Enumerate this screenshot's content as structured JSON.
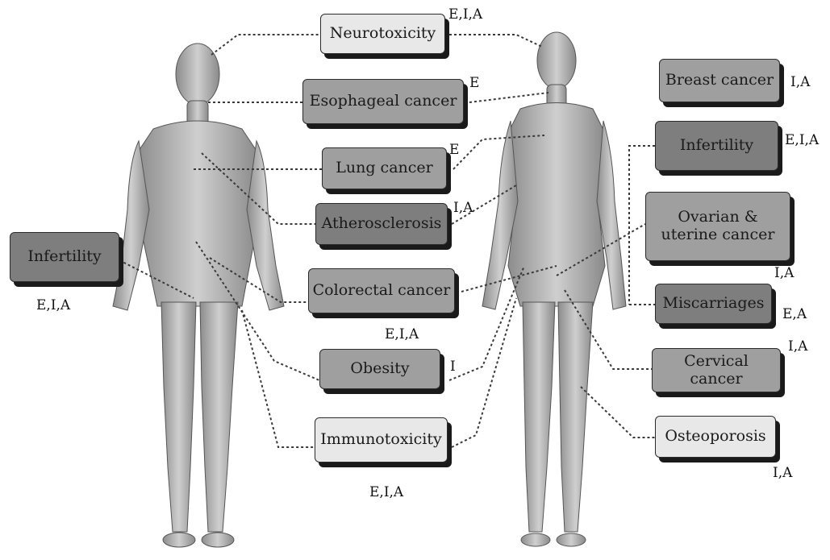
{
  "diseases": {
    "neurotoxicity": {
      "label": "Neurotoxicity",
      "exposure": "E,I,A"
    },
    "esophageal_cancer": {
      "label": "Esophageal cancer",
      "exposure": "E"
    },
    "lung_cancer": {
      "label": "Lung cancer",
      "exposure": "E"
    },
    "atherosclerosis": {
      "label": "Atherosclerosis",
      "exposure": "I,A"
    },
    "colorectal_cancer": {
      "label": "Colorectal cancer",
      "exposure": "E,I,A"
    },
    "obesity": {
      "label": "Obesity",
      "exposure": "I"
    },
    "immunotoxicity": {
      "label": "Immunotoxicity",
      "exposure": "E,I,A"
    },
    "infertility_male": {
      "label": "Infertility",
      "exposure": "E,I,A"
    },
    "breast_cancer": {
      "label": "Breast cancer",
      "exposure": "I,A"
    },
    "infertility_female": {
      "label": "Infertility",
      "exposure": "E,I,A"
    },
    "ovarian_uterine_cancer": {
      "label": "Ovarian & uterine cancer",
      "exposure": "I,A"
    },
    "miscarriages": {
      "label": "Miscarriages",
      "exposure": "E,A"
    },
    "cervical_cancer": {
      "label": "Cervical cancer",
      "exposure": "I,A"
    },
    "osteoporosis": {
      "label": "Osteoporosis",
      "exposure": "I,A"
    }
  },
  "colors": {
    "box_light": "#e8e8e8",
    "box_mid": "#9f9f9f",
    "box_dark": "#7e7e7e",
    "figure_fill": "#b9b9b9",
    "connector": "#3a3a3a"
  }
}
